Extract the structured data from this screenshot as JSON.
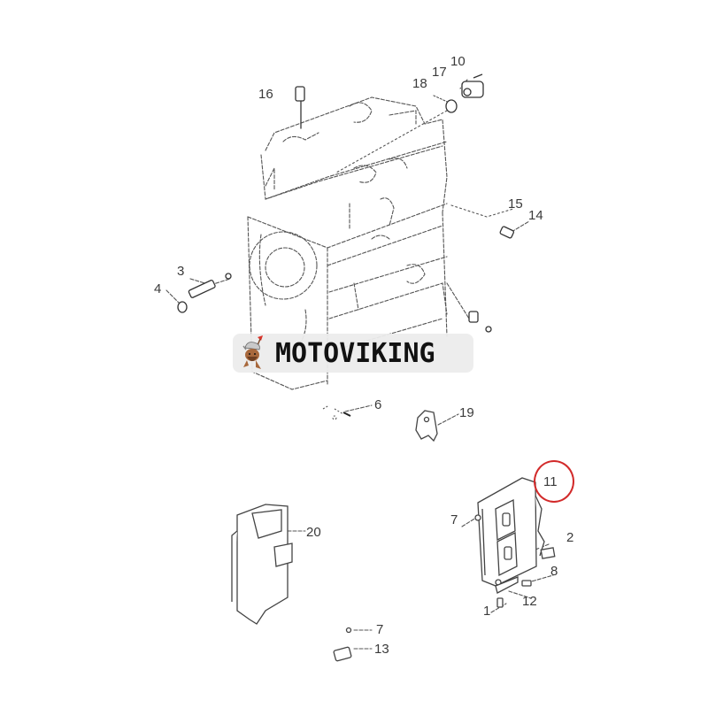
{
  "diagram": {
    "type": "exploded-parts-diagram",
    "subject": "engine cylinder block with sensors and ECM",
    "watermark": {
      "text": "MOTOVIKING",
      "logo": "viking-mascot-icon"
    },
    "highlight": {
      "callout": "11",
      "color": "#d22a2a",
      "shape": "circle"
    },
    "callouts": [
      {
        "id": "c16",
        "label": "16",
        "part": "sensor (top, oil pressure)"
      },
      {
        "id": "c18",
        "label": "18",
        "part": "o-ring"
      },
      {
        "id": "c17",
        "label": "17",
        "part": "sensor body"
      },
      {
        "id": "c10",
        "label": "10",
        "part": "screw"
      },
      {
        "id": "c15",
        "label": "15",
        "part": "o-ring"
      },
      {
        "id": "c14",
        "label": "14",
        "part": "temperature sensor"
      },
      {
        "id": "c3",
        "label": "3",
        "part": "speed sensor"
      },
      {
        "id": "c4",
        "label": "4",
        "part": "o-ring"
      },
      {
        "id": "c6",
        "label": "6",
        "part": "bracket clip"
      },
      {
        "id": "c19",
        "label": "19",
        "part": "bracket"
      },
      {
        "id": "c11",
        "label": "11",
        "part": "engine control module (ECM)"
      },
      {
        "id": "c7a",
        "label": "7",
        "part": "screw"
      },
      {
        "id": "c2",
        "label": "2",
        "part": "label plate"
      },
      {
        "id": "c8",
        "label": "8",
        "part": "bolt"
      },
      {
        "id": "c12",
        "label": "12",
        "part": "mounting bracket"
      },
      {
        "id": "c1",
        "label": "1",
        "part": "bolt"
      },
      {
        "id": "c20",
        "label": "20",
        "part": "ECM cover plate"
      },
      {
        "id": "c7b",
        "label": "7",
        "part": "screw"
      },
      {
        "id": "c13",
        "label": "13",
        "part": "connector"
      }
    ]
  }
}
